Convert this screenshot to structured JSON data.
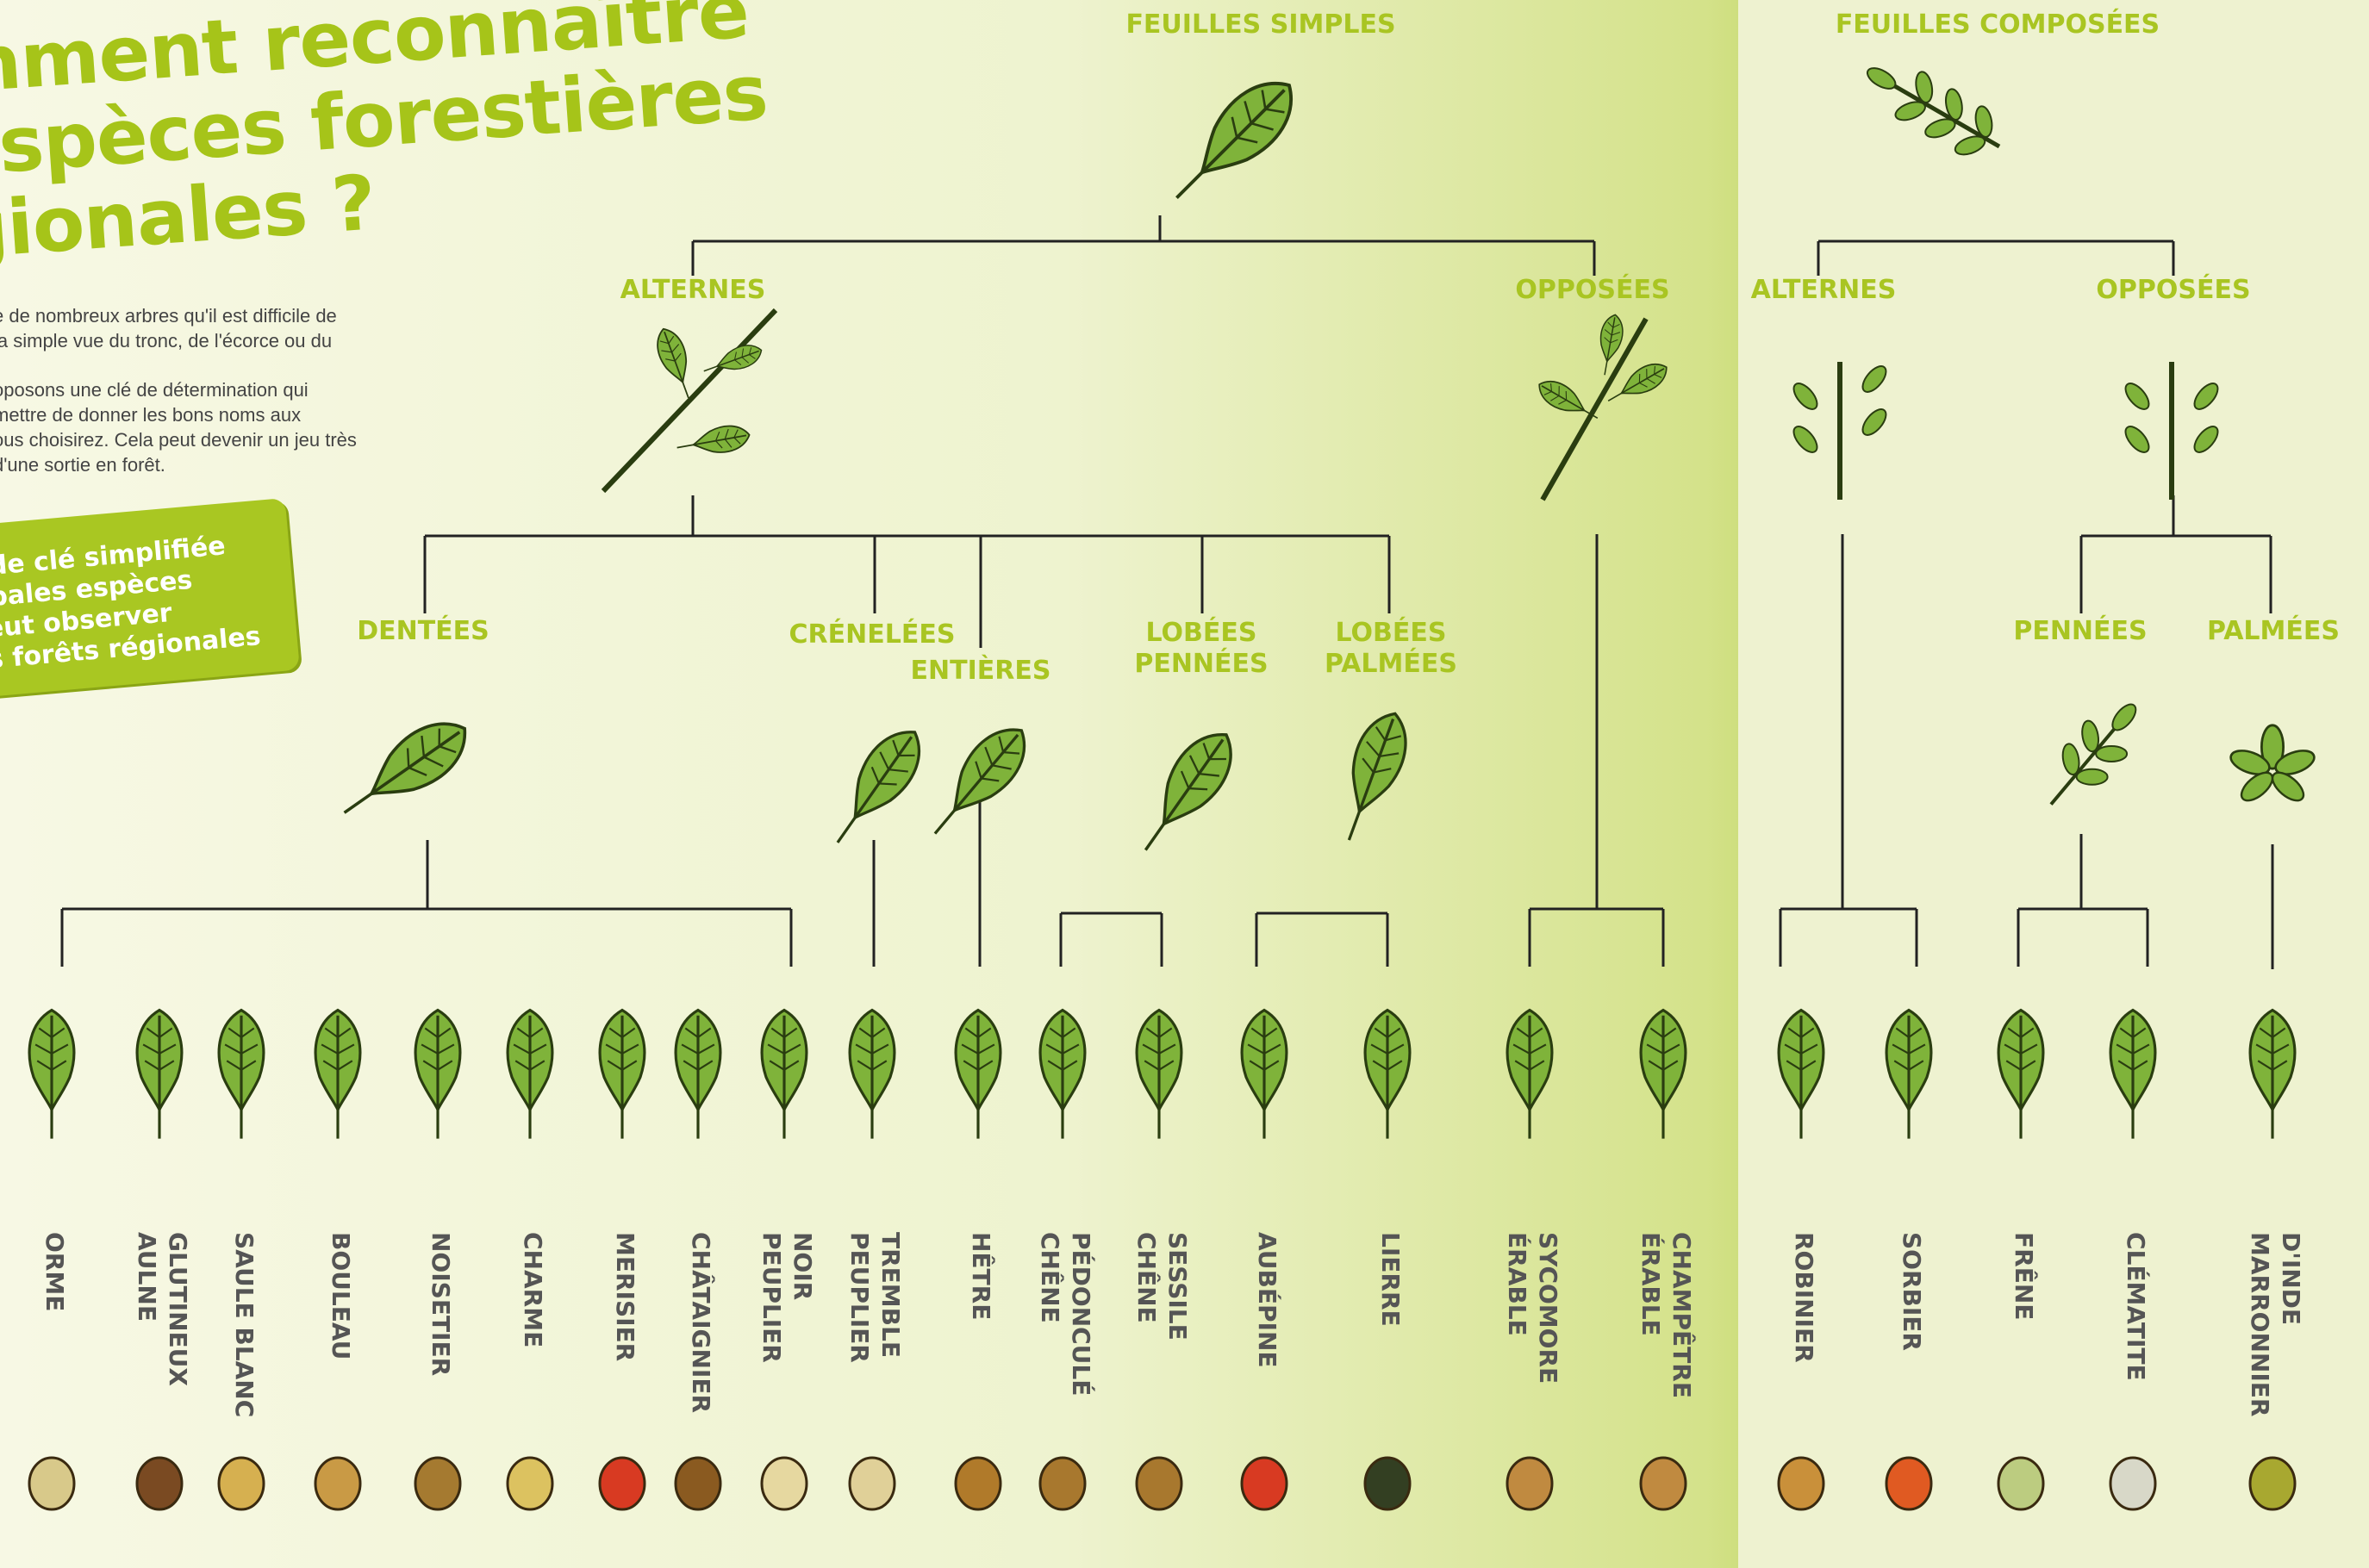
{
  "title": [
    "mment reconnaître",
    "espèces forestières",
    "gionales ?"
  ],
  "intro": [
    "e de nombreux arbres qu'il est difficile de\nla simple vue du tronc, de l'écorce ou du",
    "oposons une clé de détermination qui\nmettre de donner les bons noms aux\nous choisirez. Cela peut devenir un jeu très\nd'une sortie en forêt."
  ],
  "badge": [
    "e de clé simplifiée",
    "cipales espèces",
    "peut observer",
    "os forêts régionales"
  ],
  "categories": {
    "simples": "FEUILLES SIMPLES",
    "composees": "FEUILLES COMPOSÉES",
    "alternes": "ALTERNES",
    "opposees": "OPPOSÉES",
    "alternes2": "ALTERNES",
    "opposees2": "OPPOSÉES",
    "dentees": "DENTÉES",
    "crenelees": "CRÉNELÉES",
    "entieres": "ENTIÈRES",
    "lobees_pennees": [
      "LOBÉES",
      "PENNÉES"
    ],
    "lobees_palmees": [
      "LOBÉES",
      "PALMÉES"
    ],
    "pennees": "PENNÉES",
    "palmees": "PALMÉES"
  },
  "species": [
    [
      "ORME"
    ],
    [
      "AULNE",
      "GLUTINEUX"
    ],
    [
      "SAULE BLANC"
    ],
    [
      "BOULEAU"
    ],
    [
      "NOISETIER"
    ],
    [
      "CHARME"
    ],
    [
      "MERISIER"
    ],
    [
      "CHÂTAIGNIER"
    ],
    [
      "PEUPLIER",
      "NOIR"
    ],
    [
      "PEUPLIER",
      "TREMBLE"
    ],
    [
      "HÊTRE"
    ],
    [
      "CHÊNE",
      "PÉDONCULÉ"
    ],
    [
      "CHÊNE",
      "SESSILE"
    ],
    [
      "AUBÉPINE"
    ],
    [
      "LIERRE"
    ],
    [
      "ÉRABLE",
      "SYCOMORE"
    ],
    [
      "ÉRABLE",
      "CHAMPÊTRE"
    ],
    [
      "ROBINIER"
    ],
    [
      "SORBIER"
    ],
    [
      "FRÊNE"
    ],
    [
      "CLÉMATITE"
    ],
    [
      "MARRONNIER",
      "D'INDE"
    ]
  ],
  "colors": {
    "accent": "#a9c522",
    "leaf": "#7fb33a",
    "leaf_dark": "#4d7a1c",
    "fruit_red": "#d83a22",
    "fruit_brown": "#b98a3a"
  }
}
